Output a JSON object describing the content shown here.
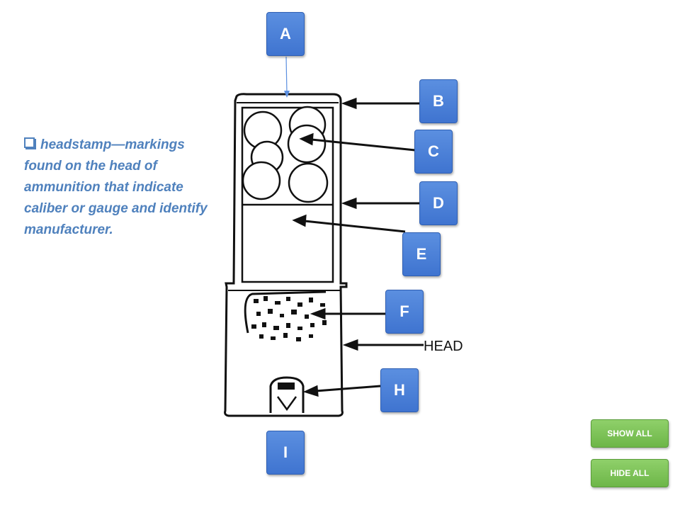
{
  "labels": {
    "a": "A",
    "b": "B",
    "c": "C",
    "d": "D",
    "e": "E",
    "f": "F",
    "h": "H",
    "i": "I"
  },
  "diagram_text": {
    "head": "HEAD"
  },
  "definition": {
    "term": "headstamp",
    "separator": "—",
    "text": "markings found on the head of ammunition that indicate caliber or gauge and identify manufacturer."
  },
  "controls": {
    "show_all": "SHOW ALL",
    "hide_all": "HIDE ALL"
  },
  "colors": {
    "label_blue": "#4a7fd8",
    "definition_text": "#4f81bd",
    "control_green": "#7ec35a"
  }
}
